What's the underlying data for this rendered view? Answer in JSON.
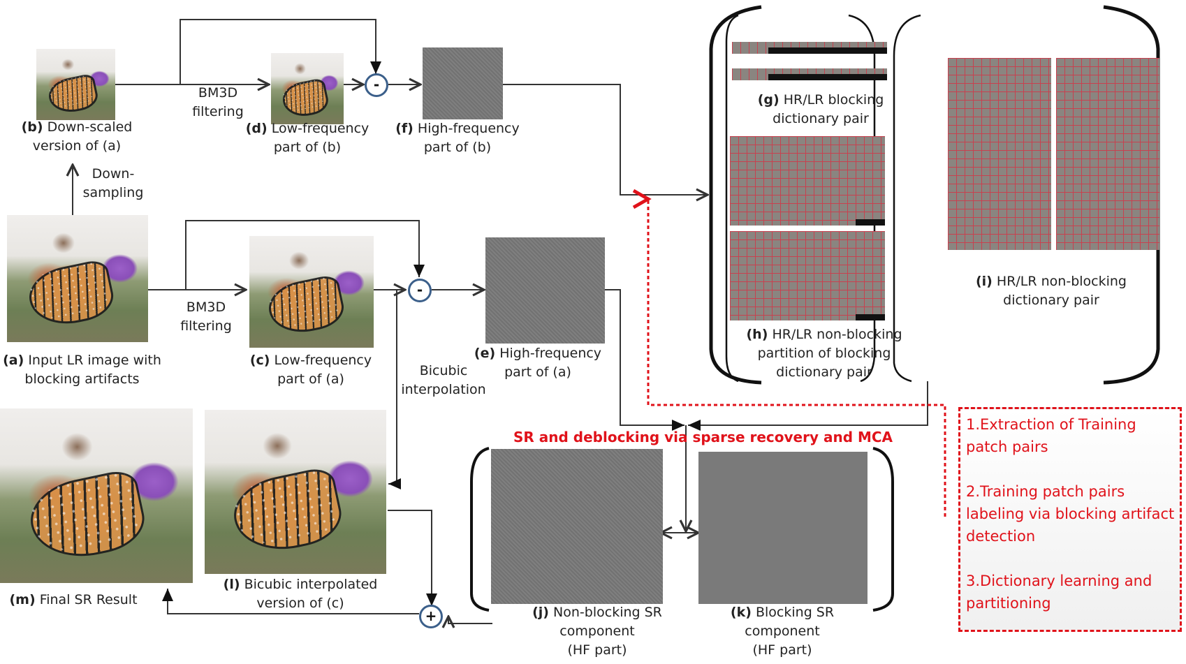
{
  "figure": {
    "panels": {
      "a": {
        "tag": "(a)",
        "text_line1": "Input LR image with",
        "text_line2": "blocking artifacts"
      },
      "b": {
        "tag": "(b)",
        "text_line1": "Down-scaled",
        "text_line2": "version of (a)"
      },
      "c": {
        "tag": "(c)",
        "text_line1": "Low-frequency",
        "text_line2": "part of (a)"
      },
      "d": {
        "tag": "(d)",
        "text_line1": "Low-frequency",
        "text_line2": "part of (b)"
      },
      "e": {
        "tag": "(e)",
        "text_line1": "High-frequency",
        "text_line2": "part of (a)"
      },
      "f": {
        "tag": "(f)",
        "text_line1": "High-frequency",
        "text_line2": "part of (b)"
      },
      "g": {
        "tag": "(g)",
        "text_line1": "HR/LR blocking",
        "text_line2": "dictionary pair"
      },
      "h": {
        "tag": "(h)",
        "text_line1": "HR/LR non-blocking",
        "text_line2": "partition of blocking",
        "text_line3": "dictionary pair"
      },
      "i": {
        "tag": "(i)",
        "text_line1": "HR/LR non-blocking",
        "text_line2": "dictionary pair"
      },
      "j": {
        "tag": "(j)",
        "text_line1": "Non-blocking SR",
        "text_line2": "component",
        "text_line3": "(HF part)"
      },
      "k": {
        "tag": "(k)",
        "text_line1": "Blocking SR",
        "text_line2": "component",
        "text_line3": "(HF part)"
      },
      "l": {
        "tag": "(l)",
        "text_line1": "Bicubic interpolated",
        "text_line2": "version of (c)"
      },
      "m": {
        "tag": "(m)",
        "text_line1": "Final SR Result"
      }
    },
    "edge_labels": {
      "downsampling_1": "Down-",
      "downsampling_2": "sampling",
      "bm3d_top_1": "BM3D",
      "bm3d_top_2": "filtering",
      "bm3d_mid_1": "BM3D",
      "bm3d_mid_2": "filtering",
      "bicubic_1": "Bicubic",
      "bicubic_2": "interpolation"
    },
    "operators": {
      "minus_top": "-",
      "minus_mid": "-",
      "plus_bottom": "+"
    },
    "stage_title": "SR and deblocking via sparse recovery and MCA",
    "training_steps": [
      "1.Extraction of Training patch pairs",
      "2.Training patch pairs labeling via blocking artifact detection",
      "3.Dictionary learning and partitioning"
    ],
    "colors": {
      "accent_red": "#e0121a",
      "operator_ring": "#3b5f8a",
      "dictionary_grid": "#c8414f",
      "hf_gray": "#787878"
    }
  }
}
